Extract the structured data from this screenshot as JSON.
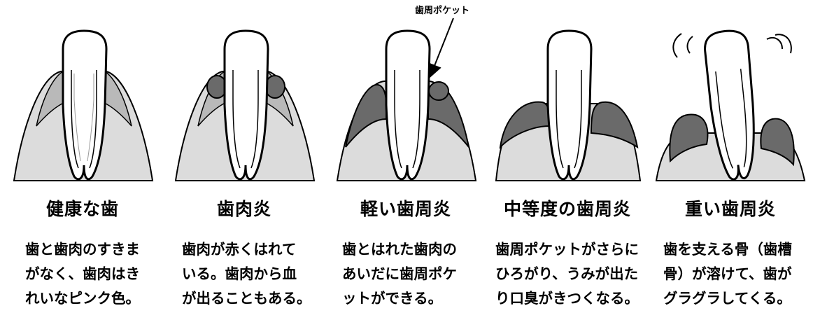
{
  "callout": {
    "label": "歯周ポケット"
  },
  "stages": [
    {
      "title": "健康な歯",
      "lines": [
        "歯と歯肉のすきま",
        "がなく、歯肉はき",
        "れいなピンク色。"
      ]
    },
    {
      "title": "歯肉炎",
      "lines": [
        "歯肉が赤くはれて",
        "いる。歯肉から血",
        "が出ることもある。"
      ]
    },
    {
      "title": "軽い歯周炎",
      "lines": [
        "歯とはれた歯肉の",
        "あいだに歯周ポケ",
        "ットができる。"
      ]
    },
    {
      "title": "中等度の歯周炎",
      "lines": [
        "歯周ポケットがさらに",
        "ひろがり、うみが出た",
        "り口臭がきつくなる。"
      ]
    },
    {
      "title": "重い歯周炎",
      "lines": [
        "歯を支える骨（歯槽",
        "骨）が溶けて、歯が",
        "グラグラしてくる。"
      ]
    }
  ],
  "colors": {
    "gum_inflamed": "#6a6a6a",
    "gum_light": "#c9c9c9",
    "bone": "#dcdcdc",
    "outline": "#000000"
  }
}
